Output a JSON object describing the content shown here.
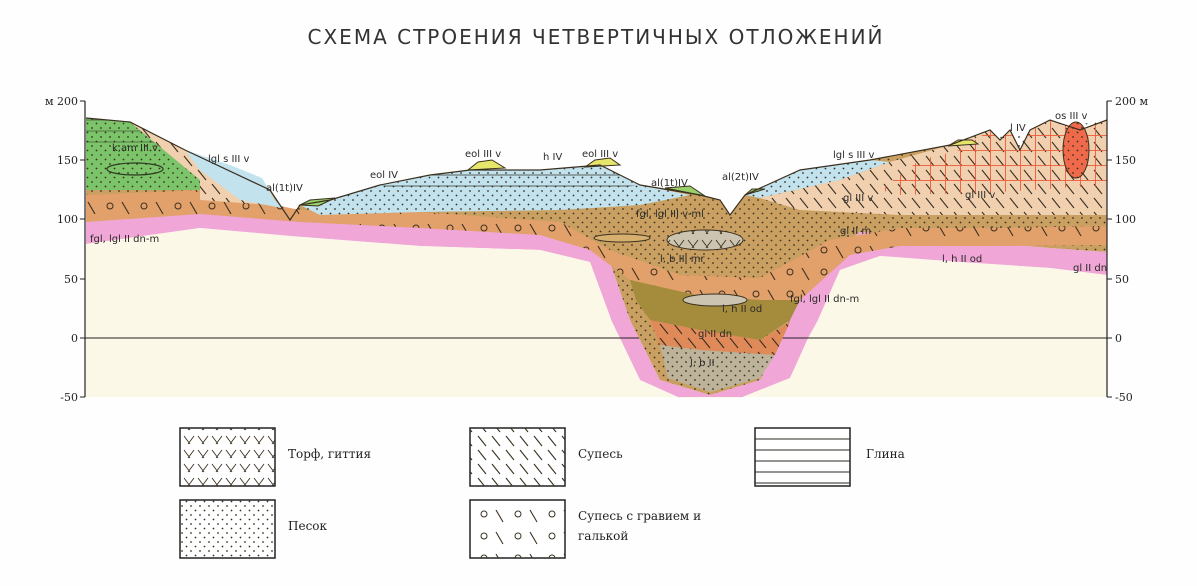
{
  "title": "СХЕМА СТРОЕНИЯ ЧЕТВЕРТИЧНЫХ ОТЛОЖЕНИЙ",
  "axis": {
    "left_ticks": [
      "м 200",
      "150",
      "100",
      "50",
      "0",
      "-50"
    ],
    "right_ticks": [
      "200 м",
      "150",
      "100",
      "50",
      "0",
      "-50"
    ],
    "range_m": [
      -50,
      200
    ]
  },
  "labels": {
    "kam": "k,am III v",
    "lgls_left": "lgl s III v",
    "al1_left": "al(1t)IV",
    "eol_iv": "eol IV",
    "eol_iii_1": "eol III v",
    "h_iv": "h IV",
    "eol_iii_2": "eol III v",
    "al1_mid": "al(1t)IV",
    "al2": "al(2t)IV",
    "lgls_right": "lgl s III v",
    "l_iv": "l IV",
    "os_iii": "os III v",
    "fgl_mid": "fgl, lgl III v-ml",
    "gl_iii_1": "gl III v",
    "gl_iii_2": "gl III v",
    "fgl_left": "fgl, lgl II dn-m",
    "fgl_trough": "fgl, lgl II dn-m",
    "lb_mr": "l, b III mr",
    "gl_ii_m": "gl II m",
    "lh_od_right": "l, h II od",
    "gl_ii_dn_right": "gl II dn",
    "lh_od_trough": "l, h II od",
    "gl_ii_dn_trough": "gl II dn",
    "lb_ii": "l, b II"
  },
  "legend": [
    {
      "label": "Торф, гиттия",
      "pattern": "peat"
    },
    {
      "label": "Супесь",
      "pattern": "sandy-loam"
    },
    {
      "label": "Глина",
      "pattern": "clay"
    },
    {
      "label": "Песок",
      "pattern": "sand"
    },
    {
      "label": "Супесь с гравием и",
      "label2": "галькой",
      "pattern": "sandy-loam-gravel"
    }
  ],
  "colors": {
    "basement_band": "#f0a6d6",
    "background": "#fcf8e8",
    "sediment_brown": "#c9a061",
    "orange": "#e2a06a",
    "olive": "#a48c3c",
    "gray": "#bcb39a",
    "light_blue": "#c2e2ee",
    "green": "#7cc46a",
    "peach": "#f1d0b0",
    "red_grid": "#ee5a3a",
    "yellow": "#e6e66a"
  }
}
